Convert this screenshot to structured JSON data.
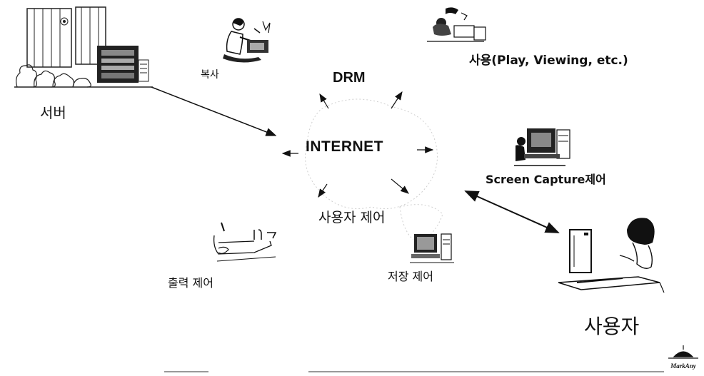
{
  "labels": {
    "server": "서버",
    "copy": "복사",
    "drm": "DRM",
    "usage": "사용(Play, Viewing, etc.)",
    "internet": "INTERNET",
    "screen_capture": "Screen Capture제어",
    "user_control": "사용자 제어",
    "print_control": "출력 제어",
    "storage_control": "저장 제어",
    "user": "사용자"
  },
  "logo": {
    "text": "MarkAny"
  }
}
